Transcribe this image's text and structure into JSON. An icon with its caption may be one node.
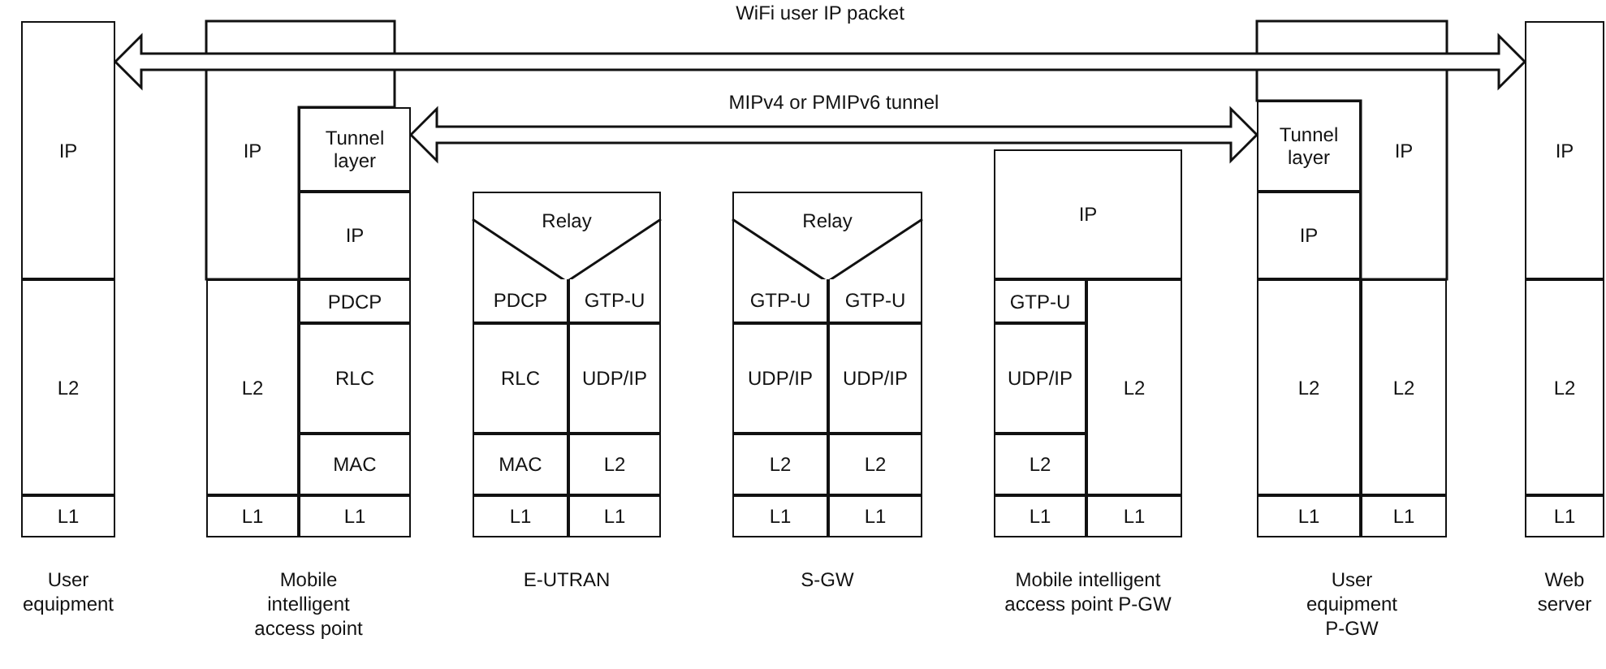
{
  "diagram": {
    "nodes": [
      {
        "text": [
          "User equipment"
        ]
      },
      {
        "text": [
          "IP"
        ],
        "in": 0
      },
      {
        "text": [
          "L2"
        ],
        "in": 0
      },
      {
        "text": [
          "L1"
        ],
        "in": 0
      },
      {
        "text": [
          "Mobile intelligent access point"
        ]
      },
      {
        "text": [
          "IP"
        ],
        "in": 4
      },
      {
        "text": [
          "L2"
        ],
        "in": 4
      },
      {
        "text": [
          "L1"
        ],
        "in": 4
      },
      {
        "text": [
          "Tunnel layer"
        ],
        "in": 4
      },
      {
        "text": [
          "IP"
        ],
        "in": 4
      },
      {
        "text": [
          "PDCP"
        ],
        "in": 4
      },
      {
        "text": [
          "RLC"
        ],
        "in": 4
      },
      {
        "text": [
          "MAC"
        ],
        "in": 4
      },
      {
        "text": [
          "L1"
        ],
        "in": 4
      },
      {
        "text": [
          "E-UTRAN"
        ]
      },
      {
        "text": [
          "Relay"
        ],
        "in": 14
      },
      {
        "text": [
          "PDCP"
        ],
        "in": 14
      },
      {
        "text": [
          "GTP-U"
        ],
        "in": 14
      },
      {
        "text": [
          "RLC"
        ],
        "in": 14
      },
      {
        "text": [
          "UDP/IP"
        ],
        "in": 14
      },
      {
        "text": [
          "MAC"
        ],
        "in": 14
      },
      {
        "text": [
          "L2"
        ],
        "in": 14
      },
      {
        "text": [
          "L1"
        ],
        "in": 14
      },
      {
        "text": [
          "L1"
        ],
        "in": 14
      },
      {
        "text": [
          "S-GW"
        ]
      },
      {
        "text": [
          "Relay"
        ],
        "in": 24
      },
      {
        "text": [
          "GTP-U"
        ],
        "in": 24
      },
      {
        "text": [
          "GTP-U"
        ],
        "in": 24
      },
      {
        "text": [
          "UDP/IP"
        ],
        "in": 24
      },
      {
        "text": [
          "UDP/IP"
        ],
        "in": 24
      },
      {
        "text": [
          "L2"
        ],
        "in": 24
      },
      {
        "text": [
          "L2"
        ],
        "in": 24
      },
      {
        "text": [
          "L1"
        ],
        "in": 24
      },
      {
        "text": [
          "L1"
        ],
        "in": 24
      },
      {
        "text": [
          "Mobile intelligent access point P-GW"
        ]
      },
      {
        "text": [
          "IP"
        ],
        "in": 34
      },
      {
        "text": [
          "GTP-U"
        ],
        "in": 34
      },
      {
        "text": [
          "L2"
        ],
        "in": 34
      },
      {
        "text": [
          "UDP/IP"
        ],
        "in": 34
      },
      {
        "text": [
          "L2"
        ],
        "in": 34
      },
      {
        "text": [
          "L1"
        ],
        "in": 34
      },
      {
        "text": [
          "L1"
        ],
        "in": 34
      },
      {
        "text": [
          "User equipment P-GW"
        ]
      },
      {
        "text": [
          "Tunnel layer"
        ],
        "in": 42
      },
      {
        "text": [
          "IP"
        ],
        "in": 42
      },
      {
        "text": [
          "IP"
        ],
        "in": 42
      },
      {
        "text": [
          "L2"
        ],
        "in": 42
      },
      {
        "text": [
          "L2"
        ],
        "in": 42
      },
      {
        "text": [
          "L1"
        ],
        "in": 42
      },
      {
        "text": [
          "L1"
        ],
        "in": 42
      },
      {
        "text": [
          "Web server"
        ]
      },
      {
        "text": [
          "IP"
        ],
        "in": 50
      },
      {
        "text": [
          "L2"
        ],
        "in": 50
      },
      {
        "text": [
          "L1"
        ],
        "in": 50
      }
    ],
    "edges": [
      {
        "from": 1,
        "to": 51,
        "arrow": "both",
        "label": "WiFi user IP packet"
      },
      {
        "from": 8,
        "to": 43,
        "arrow": "both",
        "label": "MIPv4 or PMIPv6 tunnel"
      }
    ]
  }
}
